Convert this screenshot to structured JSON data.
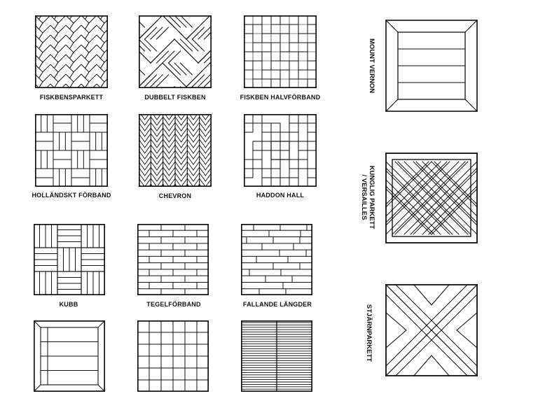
{
  "patterns": [
    {
      "id": "fiskbensparkett",
      "label": "FISKBENSPARKETT"
    },
    {
      "id": "dubbelt-fiskben",
      "label": "DUBBELT FISKBEN"
    },
    {
      "id": "fiskben-halvforband",
      "label": "FISKBEN HALVFÖRBAND"
    },
    {
      "id": "hollandskt-forband",
      "label": "HOLLÄNDSKT FÖRBAND"
    },
    {
      "id": "chevron",
      "label": "CHEVRON"
    },
    {
      "id": "haddon-hall",
      "label": "HADDON HALL"
    },
    {
      "id": "kubb",
      "label": "KUBB"
    },
    {
      "id": "tegelforband",
      "label": "TEGELFÖRBAND"
    },
    {
      "id": "fallande-langder",
      "label": "FALLANDE LÄNGDER"
    },
    {
      "id": "frame-bottom-left",
      "label": ""
    },
    {
      "id": "mixed-bottom-mid",
      "label": ""
    },
    {
      "id": "stripes-bottom-right",
      "label": ""
    }
  ],
  "side_patterns": [
    {
      "id": "mount-vernon",
      "label_lines": [
        "MOUNT VERNON"
      ]
    },
    {
      "id": "kunglig-parkett",
      "label_lines": [
        "KUNGLIG PARKETT",
        "/ VERSAILLES"
      ]
    },
    {
      "id": "stjarnparkett",
      "label_lines": [
        "STJÄRNPARKETT"
      ]
    }
  ]
}
